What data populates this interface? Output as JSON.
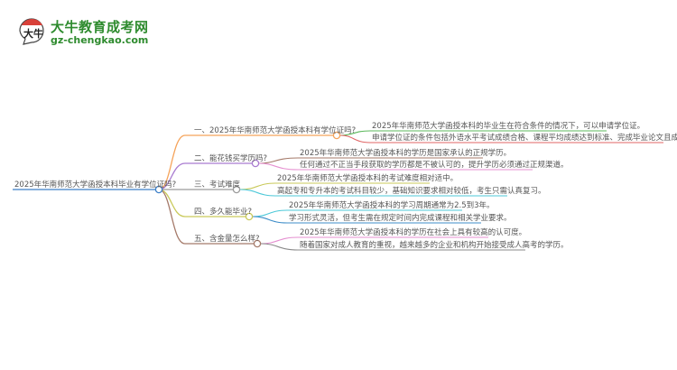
{
  "logo": {
    "title": "大牛教育成考网",
    "url": "gz-chengkao.com",
    "mark_text": "大牛",
    "brand_color": "#2e8b2e",
    "accent_color": "#d9413a"
  },
  "mindmap": {
    "root": {
      "label": "2025年华南师范大学函授本科毕业有学位证吗?",
      "color": "#3c7fc8"
    },
    "branches": [
      {
        "label": "一、2025年华南师范大学函授本科有学位证吗?",
        "color": "#f5a35a",
        "children": [
          {
            "label": "2025年华南师范大学函授本科的毕业生在符合条件的情况下，可以申请学位证。",
            "color": "#5cb85c"
          },
          {
            "label": "申请学位证的条件包括外语水平考试成绩合格、课程平均成绩达到标准、完成毕业论文且成绩合格。",
            "color": "#e06666"
          }
        ]
      },
      {
        "label": "二、能花钱买学历吗?",
        "color": "#a97bd0",
        "children": [
          {
            "label": "2025年华南师范大学函授本科的学历是国家承认的正规学历。",
            "color": "#a57a6a"
          },
          {
            "label": "任何通过不正当手段获取的学历都是不被认可的，提升学历必须通过正规渠道。",
            "color": "#e58fd0"
          }
        ]
      },
      {
        "label": "三、考试难度",
        "color": "#9a9a9a",
        "children": [
          {
            "label": "2025年华南师范大学函授本科的考试难度相对适中。",
            "color": "#c9c95a"
          },
          {
            "label": "高起专和专升本的考试科目较少，基础知识要求相对较低，考生只需认真复习。",
            "color": "#4cc8d8"
          }
        ]
      },
      {
        "label": "四、多久能毕业?",
        "color": "#c9c95a",
        "children": [
          {
            "label": "2025年华南师范大学函授本科的学习周期通常为2.5到3年。",
            "color": "#4cc8d8"
          },
          {
            "label": "学习形式灵活，但考生需在规定时间内完成课程和相关学业要求。",
            "color": "#3c8cc8"
          }
        ]
      },
      {
        "label": "五、含金量怎么样?",
        "color": "#a57a6a",
        "children": [
          {
            "label": "2025年华南师范大学函授本科的学历在社会上具有较高的认可度。",
            "color": "#e58fd0"
          },
          {
            "label": "随着国家对成人教育的重视，越来越多的企业和机构开始接受成人高考的学历。",
            "color": "#8a8a8a"
          }
        ]
      }
    ]
  }
}
